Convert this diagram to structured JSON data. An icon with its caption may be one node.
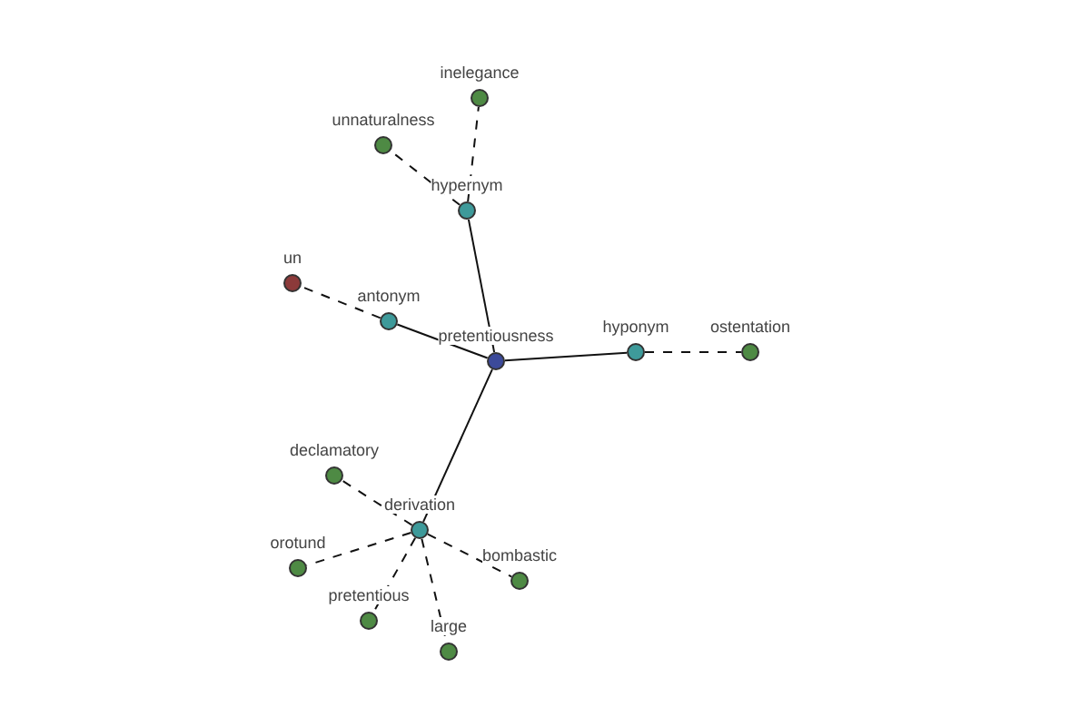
{
  "diagram": {
    "nodes": [
      {
        "text": [
          "pretentiousness"
        ]
      },
      {
        "text": [
          "hypernym"
        ]
      },
      {
        "text": [
          "inelegance"
        ]
      },
      {
        "text": [
          "unnaturalness"
        ]
      },
      {
        "text": [
          "antonym"
        ]
      },
      {
        "text": [
          "un"
        ]
      },
      {
        "text": [
          "hyponym"
        ]
      },
      {
        "text": [
          "ostentation"
        ]
      },
      {
        "text": [
          "derivation"
        ]
      },
      {
        "text": [
          "declamatory"
        ]
      },
      {
        "text": [
          "orotund"
        ]
      },
      {
        "text": [
          "pretentious"
        ]
      },
      {
        "text": [
          "large"
        ]
      },
      {
        "text": [
          "bombastic"
        ]
      }
    ],
    "edges": [
      {
        "from": 0,
        "to": 1,
        "arrow": "none"
      },
      {
        "from": 1,
        "to": 2,
        "arrow": "none",
        "style": "dashed"
      },
      {
        "from": 1,
        "to": 3,
        "arrow": "none",
        "style": "dashed"
      },
      {
        "from": 0,
        "to": 4,
        "arrow": "none"
      },
      {
        "from": 4,
        "to": 5,
        "arrow": "none",
        "style": "dashed"
      },
      {
        "from": 0,
        "to": 6,
        "arrow": "none"
      },
      {
        "from": 6,
        "to": 7,
        "arrow": "none",
        "style": "dashed"
      },
      {
        "from": 0,
        "to": 8,
        "arrow": "none"
      },
      {
        "from": 8,
        "to": 9,
        "arrow": "none",
        "style": "dashed"
      },
      {
        "from": 8,
        "to": 10,
        "arrow": "none",
        "style": "dashed"
      },
      {
        "from": 8,
        "to": 11,
        "arrow": "none",
        "style": "dashed"
      },
      {
        "from": 8,
        "to": 12,
        "arrow": "none",
        "style": "dashed"
      },
      {
        "from": 8,
        "to": 13,
        "arrow": "none",
        "style": "dashed"
      }
    ]
  }
}
